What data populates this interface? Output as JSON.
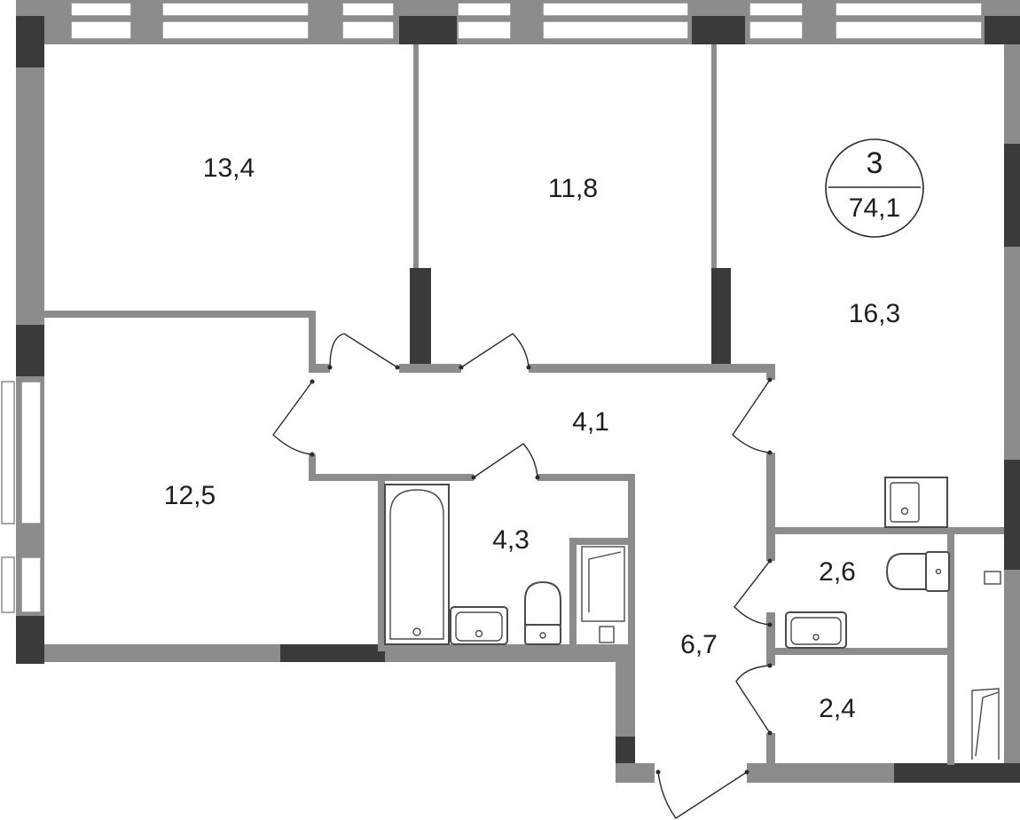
{
  "apartment": {
    "rooms_count": "3",
    "total_area": "74,1"
  },
  "rooms": [
    {
      "id": "bedroom-top-left",
      "area": "13,4"
    },
    {
      "id": "bedroom-top-middle",
      "area": "11,8"
    },
    {
      "id": "living-kitchen",
      "area": "16,3"
    },
    {
      "id": "bedroom-left",
      "area": "12,5"
    },
    {
      "id": "corridor",
      "area": "4,1"
    },
    {
      "id": "bathroom",
      "area": "4,3"
    },
    {
      "id": "wc",
      "area": "2,6"
    },
    {
      "id": "hallway",
      "area": "6,7"
    },
    {
      "id": "storage",
      "area": "2,4"
    }
  ],
  "colors": {
    "wall": "#8c8c8c",
    "wall_dark": "#3a3a3a",
    "line": "#2a2a2a",
    "background": "#ffffff"
  }
}
